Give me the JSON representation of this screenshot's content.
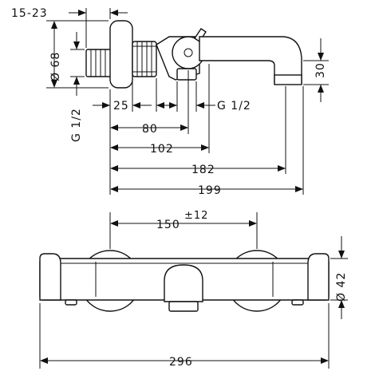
{
  "drawing": {
    "side_view": {
      "dim_15_23": "15-23",
      "dim_phi68": "Ø 68",
      "dim_g12_vertical": "G 1/2",
      "dim_25": "25",
      "dim_g12_horizontal": "G 1/2",
      "dim_80": "80",
      "dim_102": "102",
      "dim_182": "182",
      "dim_199": "199",
      "dim_30": "30"
    },
    "front_view": {
      "dim_150": "150",
      "dim_150_tol": "±12",
      "dim_phi42": "Ø 42",
      "dim_296": "296"
    }
  }
}
